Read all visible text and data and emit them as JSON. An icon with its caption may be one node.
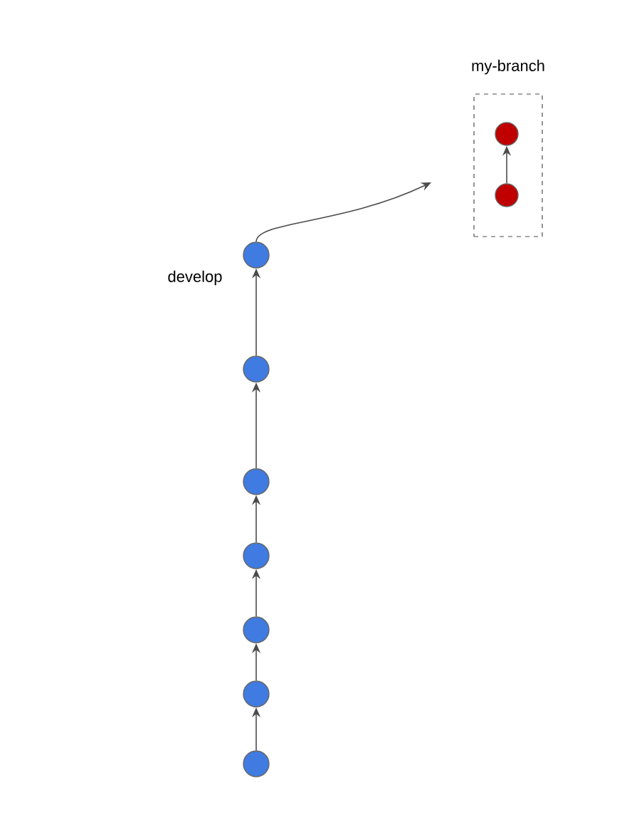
{
  "diagram": {
    "nodes": [
      {
        "text": [
          "my-branch"
        ]
      },
      {
        "text": [],
        "shape": "circle",
        "in": 0
      },
      {
        "text": [],
        "shape": "circle",
        "in": 0
      },
      {
        "text": [],
        "shape": "circle",
        "beside": [
          "develop"
        ]
      },
      {
        "text": [],
        "shape": "circle"
      },
      {
        "text": [],
        "shape": "circle"
      },
      {
        "text": [],
        "shape": "circle"
      },
      {
        "text": [],
        "shape": "circle"
      },
      {
        "text": [],
        "shape": "circle"
      },
      {
        "text": [],
        "shape": "circle"
      }
    ],
    "edges": [
      {
        "from": 2,
        "to": 1,
        "arrow": "to"
      },
      {
        "from": 3,
        "to": null,
        "arrow": "to"
      },
      {
        "from": 4,
        "to": 3,
        "arrow": "to"
      },
      {
        "from": 5,
        "to": 4,
        "arrow": "to"
      },
      {
        "from": 6,
        "to": 5,
        "arrow": "to"
      },
      {
        "from": 7,
        "to": 6,
        "arrow": "to"
      },
      {
        "from": 8,
        "to": 7,
        "arrow": "to"
      },
      {
        "from": 9,
        "to": 8,
        "arrow": "to"
      }
    ]
  }
}
